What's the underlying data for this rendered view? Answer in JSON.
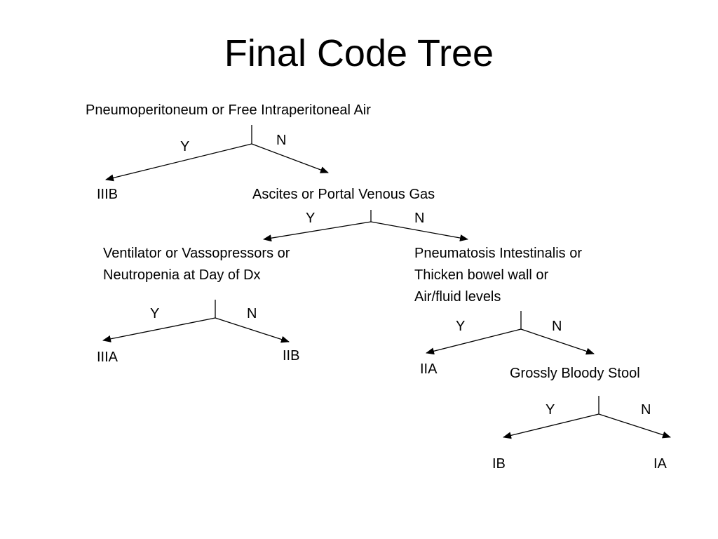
{
  "title": "Final Code Tree",
  "nodes": {
    "root": "Pneumoperitoneum or Free Intraperitoneal Air",
    "iiib": "IIIB",
    "ascites": "Ascites or Portal Venous Gas",
    "ventilator": {
      "line1": "Ventilator or Vassopressors or",
      "line2": "Neutropenia at Day of Dx"
    },
    "pneumatosis": {
      "line1": "Pneumatosis Intestinalis or",
      "line2": "Thicken bowel wall or",
      "line3": "Air/fluid levels"
    },
    "iiia": "IIIA",
    "iib": "IIB",
    "iia": "IIA",
    "bloody": "Grossly Bloody Stool",
    "ib": "IB",
    "ia": "IA"
  },
  "branch_labels": {
    "yes": "Y",
    "no": "N"
  }
}
